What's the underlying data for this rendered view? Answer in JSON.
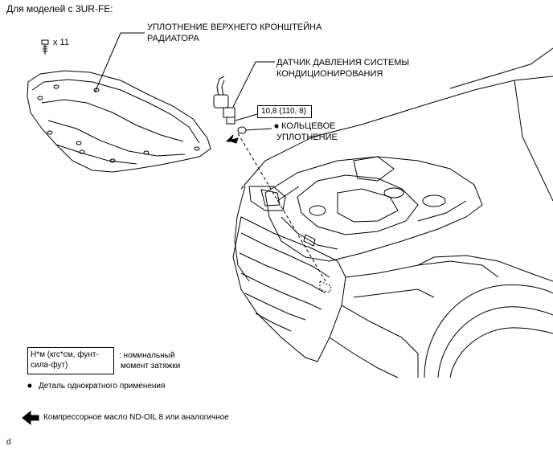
{
  "header": {
    "title": "Для моделей с 3UR-FE:"
  },
  "callouts": {
    "bolt_count": "x 11",
    "radiator_seal": [
      "УПЛОТНЕНИЕ ВЕРХНЕГО КРОНШТЕЙНА",
      "РАДИАТОРА"
    ],
    "pressure_sensor": [
      "ДАТЧИК ДАВЛЕНИЯ СИСТЕМЫ",
      "КОНДИЦИОНИРОВАНИЯ"
    ],
    "torque_value": "10,8 (110, 8)",
    "o_ring": [
      "КОЛЬЦЕВОЕ",
      "УПЛОТНЕНИЕ"
    ]
  },
  "legend": {
    "torque_box": [
      "Н*м (кгс*см, фунт-",
      "сила-фут)"
    ],
    "torque_desc": [
      ": номинальный",
      "момент затяжки"
    ],
    "single_use": "Деталь однократного применения",
    "oil": "Компрессорное масло ND-OIL 8 или аналогичное"
  },
  "footer": {
    "code": "d"
  }
}
